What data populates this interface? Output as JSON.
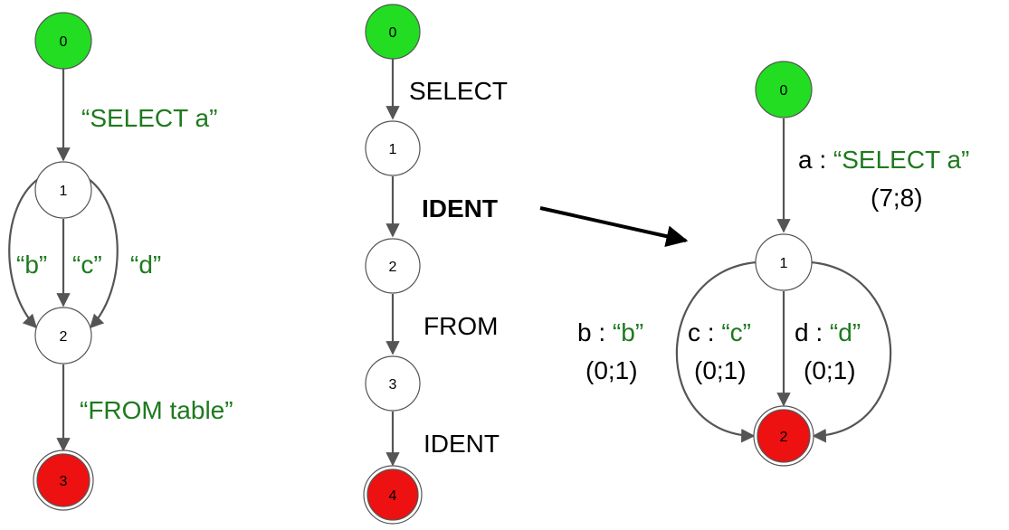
{
  "left_graph": {
    "nodes": [
      "0",
      "1",
      "2",
      "3"
    ],
    "edge_0_1": "“SELECT a”",
    "edge_b": "“b”",
    "edge_c": "“c”",
    "edge_d": "“d”",
    "edge_2_3": "“FROM table”"
  },
  "middle_graph": {
    "nodes": [
      "0",
      "1",
      "2",
      "3",
      "4"
    ],
    "edges": [
      "SELECT",
      "IDENT",
      "FROM",
      "IDENT"
    ]
  },
  "right_graph": {
    "nodes": [
      "0",
      "1",
      "2"
    ],
    "edge_a": {
      "name": "a : ",
      "value": "“SELECT a”",
      "range": "(7;8)"
    },
    "edge_b": {
      "name": "b : ",
      "value": "“b”",
      "range": "(0;1)"
    },
    "edge_c": {
      "name": "c : ",
      "value": "“c”",
      "range": "(0;1)"
    },
    "edge_d": {
      "name": "d : ",
      "value": "“d”",
      "range": "(0;1)"
    }
  },
  "colors": {
    "start_node": "#22dd22",
    "final_node": "#ee1111",
    "label_green": "#1e7a1e",
    "edge": "#555555"
  }
}
